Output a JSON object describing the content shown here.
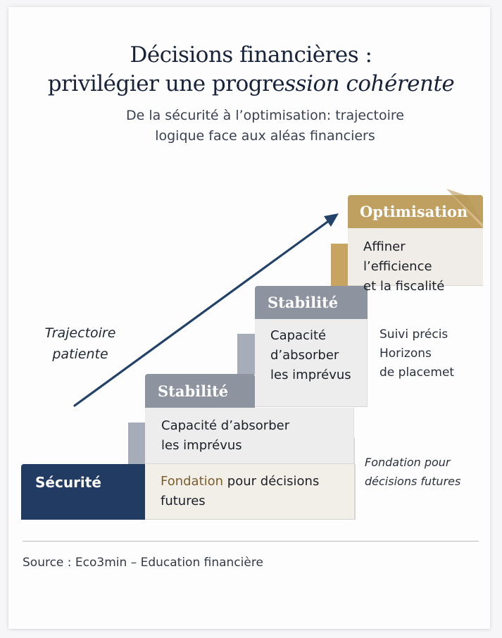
{
  "header": {
    "title_line1": "Décisions financières :",
    "title_line2_regular": "privilégier une progre",
    "title_line2_italic": "ssion cohérente",
    "subtitle_line1": "De la sécurité à l’optimisation: trajectoire",
    "subtitle_line2": "logique face aux aléas financiers"
  },
  "trajectory": {
    "label_line1": "Trajectoire",
    "label_line2": "patiente",
    "arrow_color": "#22426a"
  },
  "steps": [
    {
      "level": 1,
      "title": "Sécurité",
      "description_accent": "Fondation",
      "description_rest": " pour décisions",
      "description_line2": "futures",
      "side_note_line1": "Fondation pour",
      "side_note_line2": "décisions futures",
      "color": "#223b62"
    },
    {
      "level": 2,
      "title": "Stabilité",
      "description_line1": "Capacité d’absorber",
      "description_line2": "les imprévus",
      "color": "#8d949f"
    },
    {
      "level": 3,
      "title": "Stabilité",
      "description_line1": "Capacité",
      "description_line2": "d’absorber",
      "description_line3": "les imprévus",
      "side_note_line1": "Suivi précis",
      "side_note_line2": "Horizons",
      "side_note_line3": "de placemet",
      "color": "#8d949f"
    },
    {
      "level": 4,
      "title": "Optimisation",
      "description_line1": "Affiner l’efficience",
      "description_line2": "et la fiscalité",
      "color": "#c0a060"
    }
  ],
  "footer": {
    "source": "Source : Eco3min – Education financière"
  }
}
